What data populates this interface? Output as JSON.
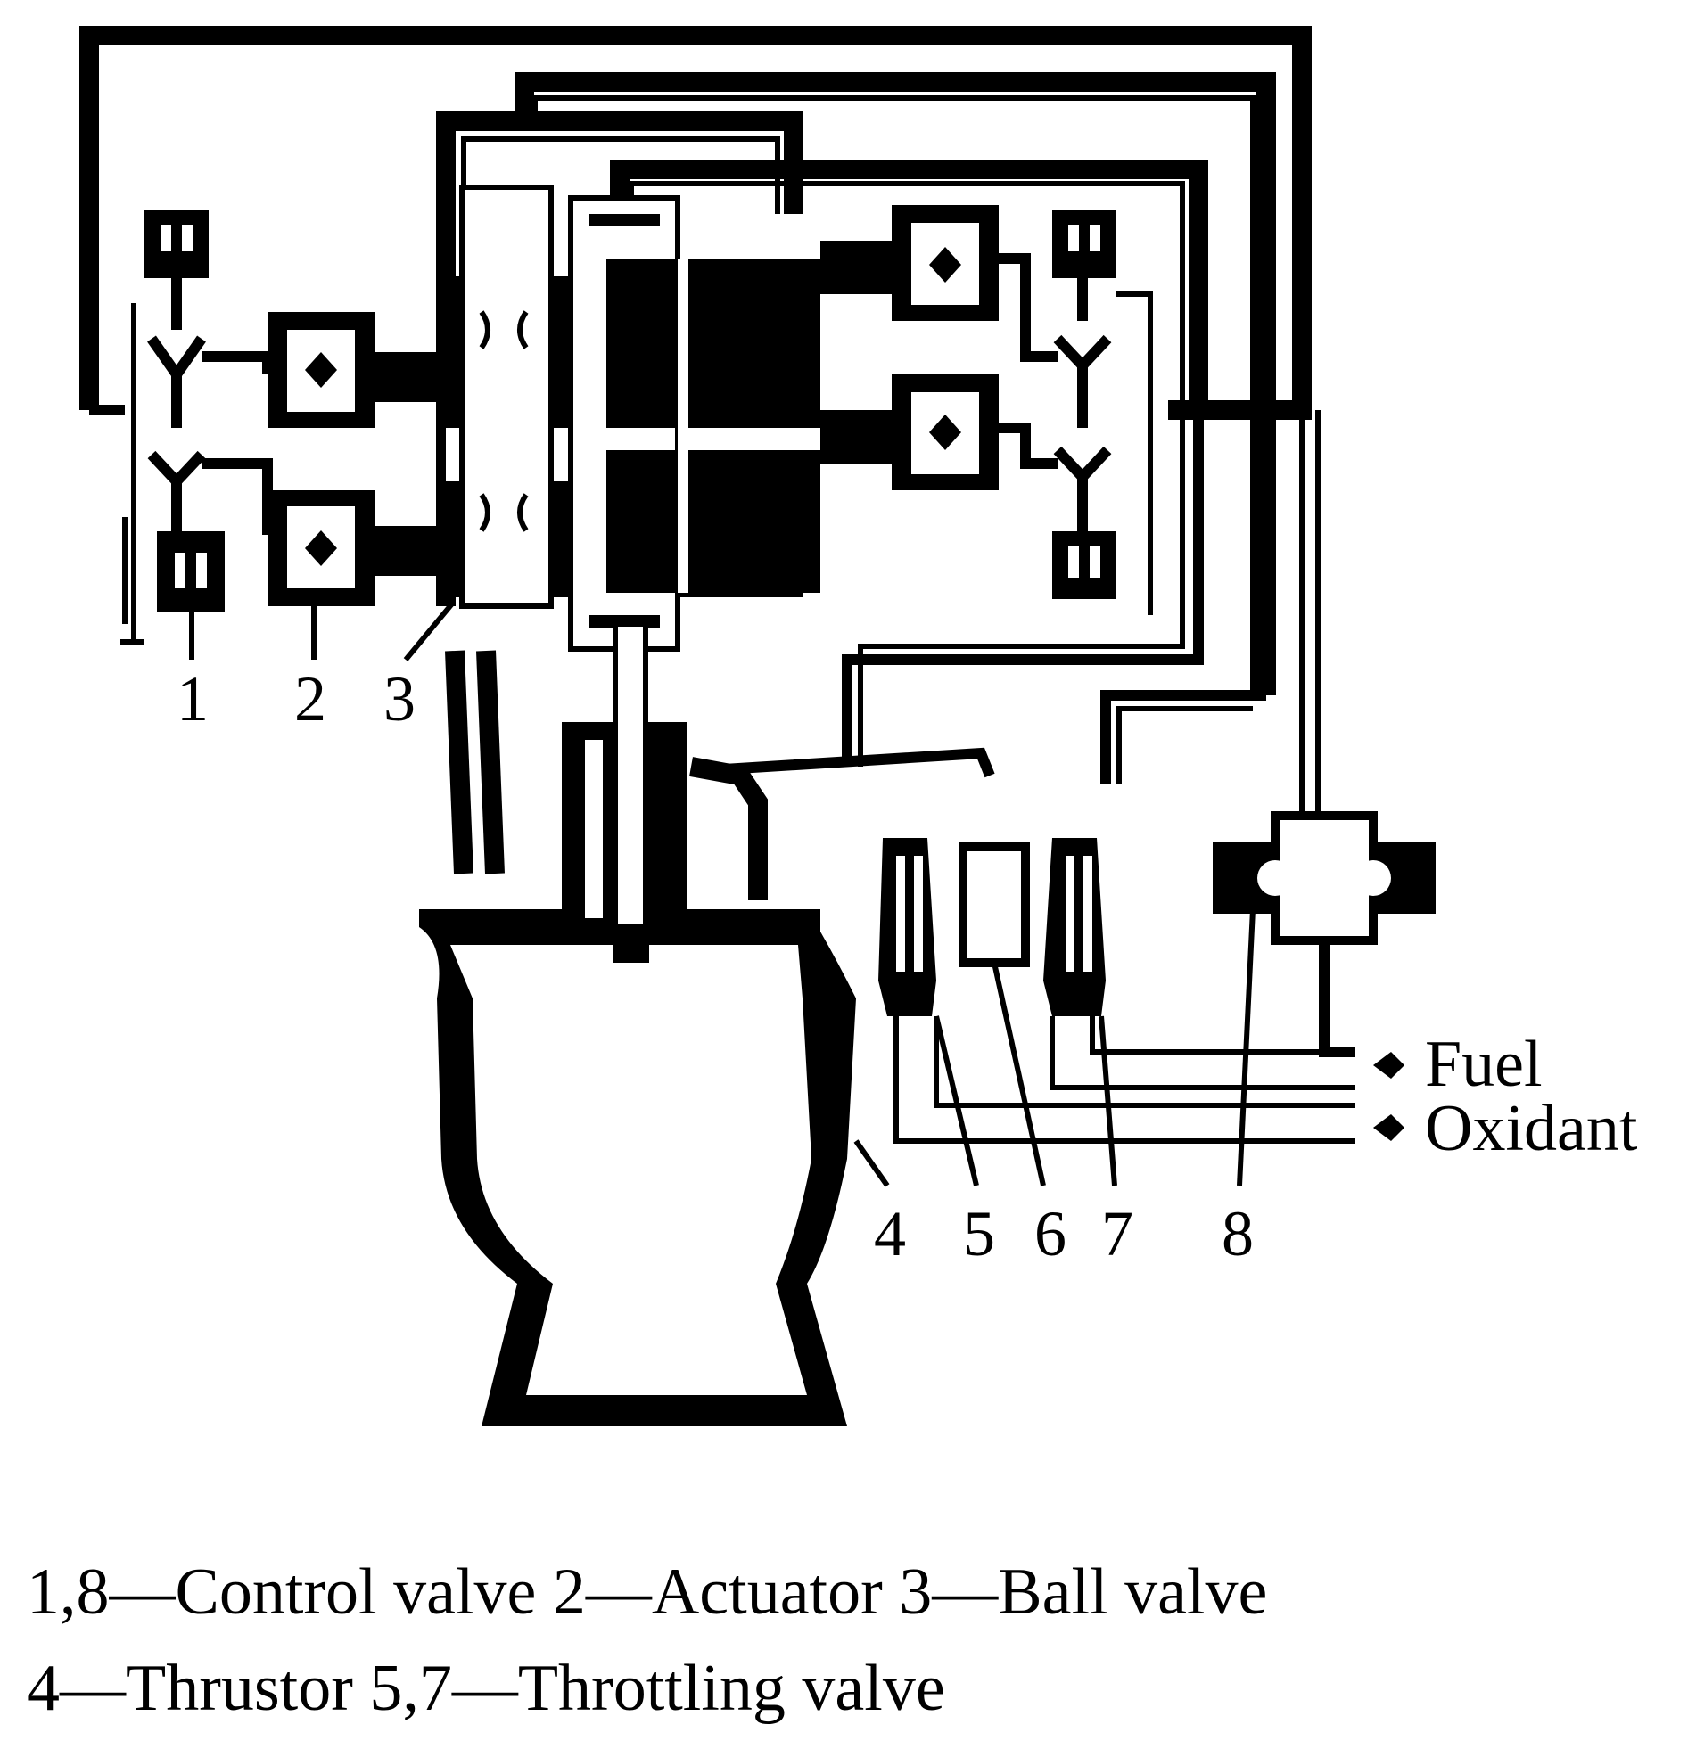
{
  "callouts": {
    "n1": "1",
    "n2": "2",
    "n3": "3",
    "n4": "4",
    "n5": "5",
    "n6": "6",
    "n7": "7",
    "n8": "8"
  },
  "inlets": {
    "fuel": "Fuel",
    "oxidant": "Oxidant"
  },
  "caption": {
    "line1": "1,8—Control valve  2—Actuator 3—Ball valve",
    "line2": "4—Thrustor  5,7—Throttling valve"
  },
  "colors": {
    "ink": "#000000",
    "paper": "#ffffff"
  }
}
